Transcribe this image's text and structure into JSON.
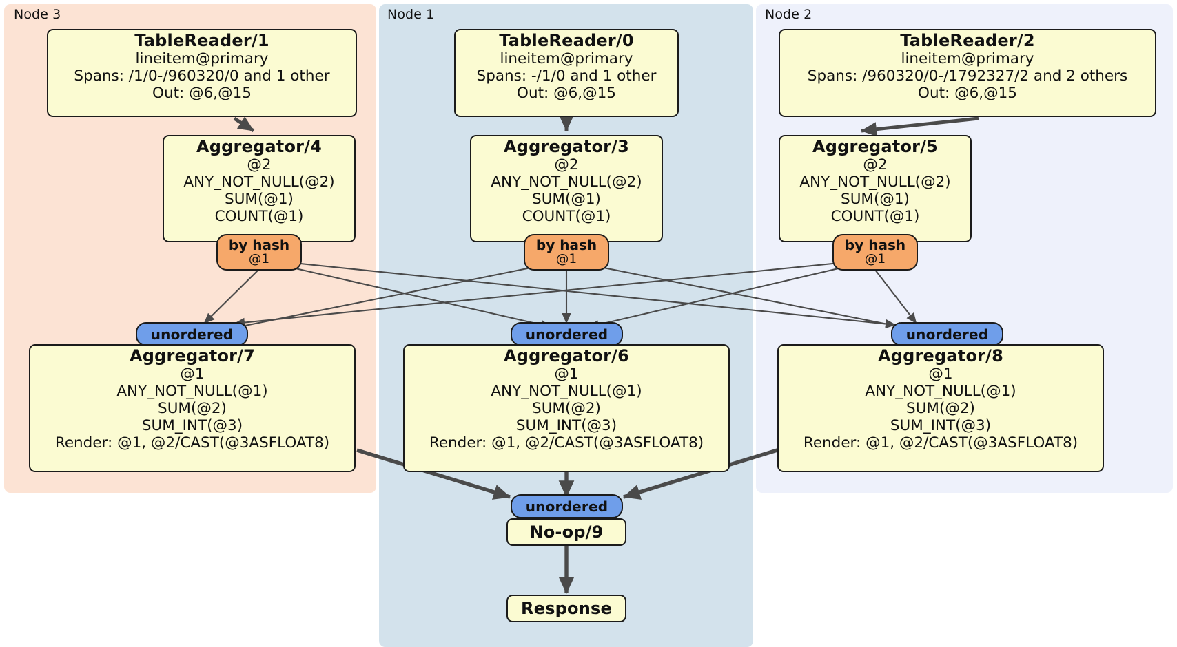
{
  "diagram": {
    "title": "distributed-query-plan",
    "colors": {
      "node3_panel": "#fce3d4",
      "node1_panel": "#d3e2ec",
      "node2_panel": "#eef1fb",
      "box_fill": "#fbfbd2",
      "box_border": "#1b1b1b",
      "hash_router": "#f6a86a",
      "unordered_router": "#6f9eea",
      "edge": "#4a4a4a"
    }
  },
  "panels": [
    {
      "label": "Node 3"
    },
    {
      "label": "Node 1"
    },
    {
      "label": "Node 2"
    }
  ],
  "processors": {
    "table_reader_1": {
      "title": "TableReader/1",
      "lines": [
        "lineitem@primary",
        "Spans: /1/0-/960320/0 and 1 other",
        "Out: @6,@15"
      ]
    },
    "table_reader_0": {
      "title": "TableReader/0",
      "lines": [
        "lineitem@primary",
        "Spans: -/1/0 and 1 other",
        "Out: @6,@15"
      ]
    },
    "table_reader_2": {
      "title": "TableReader/2",
      "lines": [
        "lineitem@primary",
        "Spans: /960320/0-/1792327/2 and 2 others",
        "Out: @6,@15"
      ]
    },
    "aggregator_4": {
      "title": "Aggregator/4",
      "lines": [
        "@2",
        "ANY_NOT_NULL(@2)",
        "SUM(@1)",
        "COUNT(@1)"
      ]
    },
    "aggregator_3": {
      "title": "Aggregator/3",
      "lines": [
        "@2",
        "ANY_NOT_NULL(@2)",
        "SUM(@1)",
        "COUNT(@1)"
      ]
    },
    "aggregator_5": {
      "title": "Aggregator/5",
      "lines": [
        "@2",
        "ANY_NOT_NULL(@2)",
        "SUM(@1)",
        "COUNT(@1)"
      ]
    },
    "aggregator_7": {
      "title": "Aggregator/7",
      "lines": [
        "@1",
        "ANY_NOT_NULL(@1)",
        "SUM(@2)",
        "SUM_INT(@3)",
        "Render: @1, @2/CAST(@3ASFLOAT8)"
      ]
    },
    "aggregator_6": {
      "title": "Aggregator/6",
      "lines": [
        "@1",
        "ANY_NOT_NULL(@1)",
        "SUM(@2)",
        "SUM_INT(@3)",
        "Render: @1, @2/CAST(@3ASFLOAT8)"
      ]
    },
    "aggregator_8": {
      "title": "Aggregator/8",
      "lines": [
        "@1",
        "ANY_NOT_NULL(@1)",
        "SUM(@2)",
        "SUM_INT(@3)",
        "Render: @1, @2/CAST(@3ASFLOAT8)"
      ]
    },
    "noop_9": {
      "title": "No-op/9"
    },
    "response": {
      "title": "Response"
    }
  },
  "routers": {
    "hash_left": {
      "label": "by hash",
      "column": "@1"
    },
    "hash_mid": {
      "label": "by hash",
      "column": "@1"
    },
    "hash_right": {
      "label": "by hash",
      "column": "@1"
    },
    "unordered_left": {
      "label": "unordered"
    },
    "unordered_mid": {
      "label": "unordered"
    },
    "unordered_right": {
      "label": "unordered"
    },
    "unordered_final": {
      "label": "unordered"
    }
  }
}
